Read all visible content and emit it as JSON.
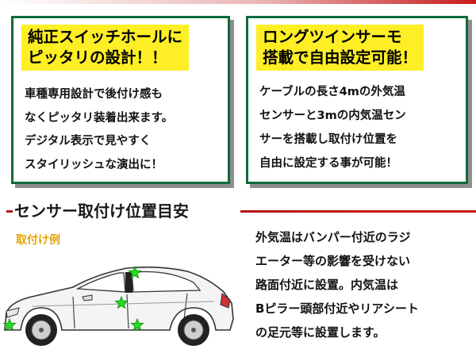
{
  "panels": {
    "left": {
      "headline": [
        "純正スイッチホールに",
        "ピッタリの設計！！"
      ],
      "body": [
        "車種専用設計で後付け感も",
        "なくピッタリ装着出来ます。",
        "デジタル表示で見やすく",
        "スタイリッシュな演出に！"
      ]
    },
    "right": {
      "headline": [
        "ロングツインサーモ",
        "搭載で自由設定可能！"
      ],
      "body": [
        "ケーブルの長さ4mの外気温",
        "センサーと3mの内気温セン",
        "サーを搭載し取付け位置を",
        "自由に設定する事が可能！"
      ]
    }
  },
  "section": {
    "title": "センサー取付け位置目安",
    "example_label": "取付け例",
    "description": [
      "外気温はバンパー付近のラジ",
      "エーター等の影響を受けない",
      "路面付近に設置。内気温は",
      "Bピラー頭部付近やリアシート",
      "の足元等に設置します。"
    ]
  },
  "colors": {
    "panel_border": "#0e6b3c",
    "headline_bg": "#fdee26",
    "accent_red": "#b81515",
    "example_label": "#e8a200",
    "marker": "#22dd22"
  },
  "car_markers": [
    {
      "name": "front-bumper-marker",
      "icon": "star-icon"
    },
    {
      "name": "b-pillar-top-marker",
      "icon": "star-icon"
    },
    {
      "name": "door-marker",
      "icon": "star-icon"
    },
    {
      "name": "rear-floor-marker",
      "icon": "star-icon"
    }
  ]
}
